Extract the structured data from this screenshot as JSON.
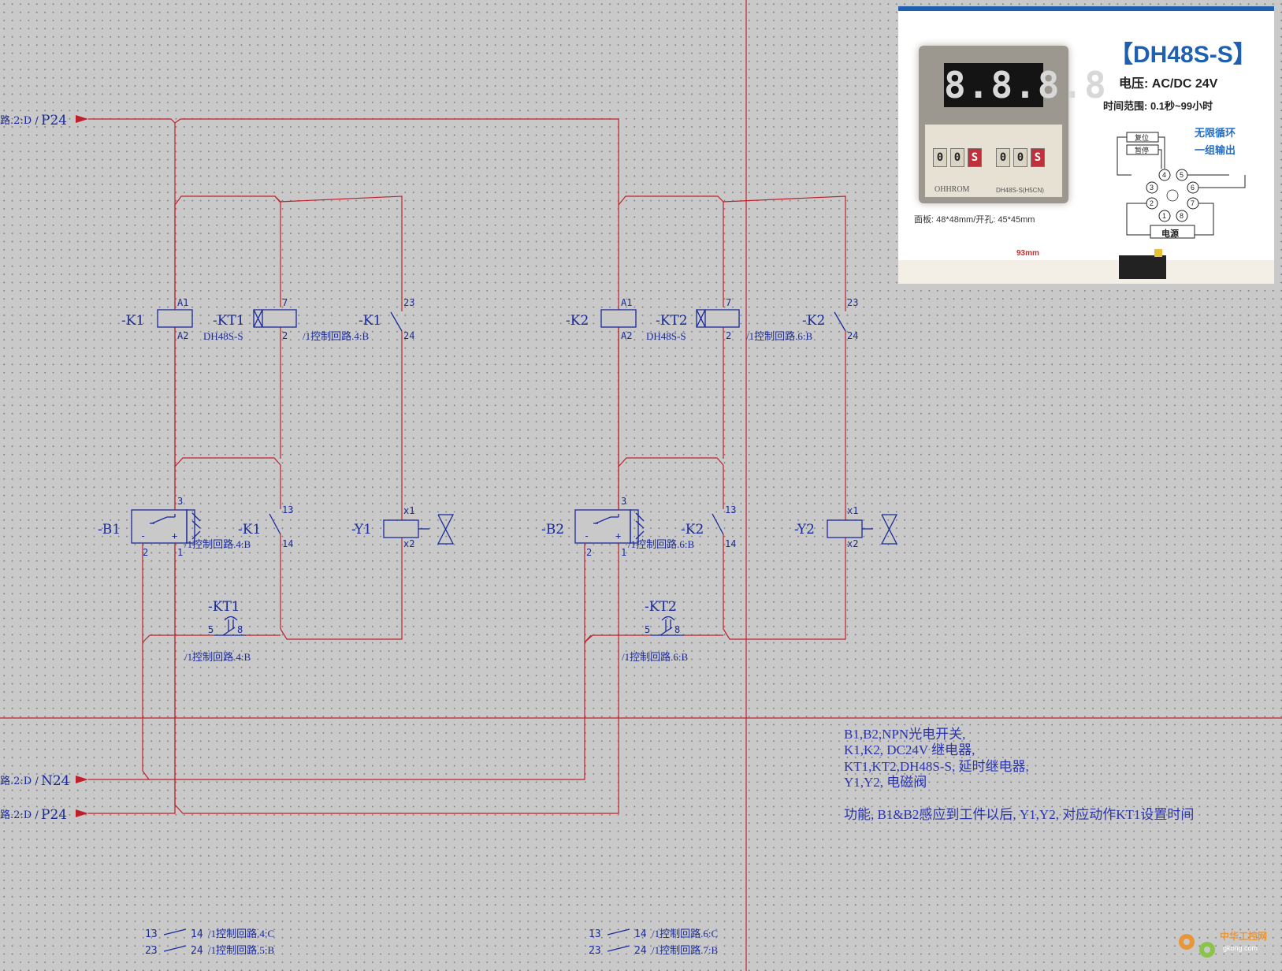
{
  "rails": {
    "top_prefix": "路.2:D /",
    "top_name": "P24",
    "n_prefix": "路.2:D /",
    "n_name": "N24",
    "bottom_prefix": "路.2:D /",
    "bottom_name": "P24"
  },
  "circuit1": {
    "k_coil": "-K1",
    "k_pin_top": "A1",
    "k_pin_bottom": "A2",
    "kt_coil": "-KT1",
    "kt_model": "DH48S-S",
    "kt_pin_top": "7",
    "kt_pin_bottom": "2",
    "kt_ref": "/1控制回路.4:B",
    "k_contact_upper": "-K1",
    "k_contact_upper_top": "23",
    "k_contact_upper_bottom": "24",
    "sensor": "-B1",
    "sensor_pin_top": "3",
    "sensor_pin_left": "2",
    "sensor_pin_right": "1",
    "sensor_ref": "/1控制回路.4:B",
    "k_contact_lower": "-K1",
    "k_contact_lower_top": "13",
    "k_contact_lower_bottom": "14",
    "valve": "-Y1",
    "valve_pin_top": "x1",
    "valve_pin_bottom": "x2",
    "kt_contact": "-KT1",
    "kt_contact_left": "5",
    "kt_contact_right": "8",
    "kt_contact_ref": "/1控制回路.4:B",
    "xref": [
      {
        "a": "13",
        "b": "14",
        "ref": "/1控制回路.4:C"
      },
      {
        "a": "23",
        "b": "24",
        "ref": "/1控制回路.5:B"
      }
    ]
  },
  "circuit2": {
    "k_coil": "-K2",
    "k_pin_top": "A1",
    "k_pin_bottom": "A2",
    "kt_coil": "-KT2",
    "kt_model": "DH48S-S",
    "kt_pin_top": "7",
    "kt_pin_bottom": "2",
    "kt_ref": "/1控制回路.6:B",
    "k_contact_upper": "-K2",
    "k_contact_upper_top": "23",
    "k_contact_upper_bottom": "24",
    "sensor": "-B2",
    "sensor_pin_top": "3",
    "sensor_pin_left": "2",
    "sensor_pin_right": "1",
    "sensor_ref": "/1控制回路.6:B",
    "k_contact_lower": "-K2",
    "k_contact_lower_top": "13",
    "k_contact_lower_bottom": "14",
    "valve": "-Y2",
    "valve_pin_top": "x1",
    "valve_pin_bottom": "x2",
    "kt_contact": "-KT2",
    "kt_contact_left": "5",
    "kt_contact_right": "8",
    "kt_contact_ref": "/1控制回路.6:B",
    "xref": [
      {
        "a": "13",
        "b": "14",
        "ref": "/1控制回路.6:C"
      },
      {
        "a": "23",
        "b": "24",
        "ref": "/1控制回路.7:B"
      }
    ]
  },
  "notes": [
    "B1,B2,NPN光电开关,",
    "K1,K2, DC24V 继电器,",
    "KT1,KT2,DH48S-S, 延时继电器,",
    "Y1,Y2, 电磁阀",
    "功能, B1&B2感应到工件以后, Y1,Y2, 对应动作KT1设置时间"
  ],
  "spec_image": {
    "title": "【DH48S-S】",
    "voltage": "电压: AC/DC 24V",
    "time_range": "时间范围: 0.1秒~99小时",
    "loop_line1": "无限循环",
    "loop_line2": "一组输出",
    "panel": "面板: 48*48mm/开孔: 45*45mm",
    "dimension": "93mm",
    "display": "8.8.8.8",
    "digits": [
      "0",
      "0",
      "S",
      "0",
      "0",
      "S"
    ],
    "brand": "OHHROM",
    "model_text": "DH48S-S(H5CN)",
    "btn_reset": "复位",
    "btn_pause": "暂停",
    "power": "电源",
    "terminals": [
      "4",
      "5",
      "3",
      "6",
      "2",
      "7",
      "1",
      "8"
    ],
    "accent_color": "#1f5fb0"
  },
  "watermark": {
    "name": "中华工控网",
    "url": "gkong.com"
  },
  "colors": {
    "wire": "#c0202a",
    "symbol": "#1a2a9a",
    "background": "#c9c9c9"
  }
}
